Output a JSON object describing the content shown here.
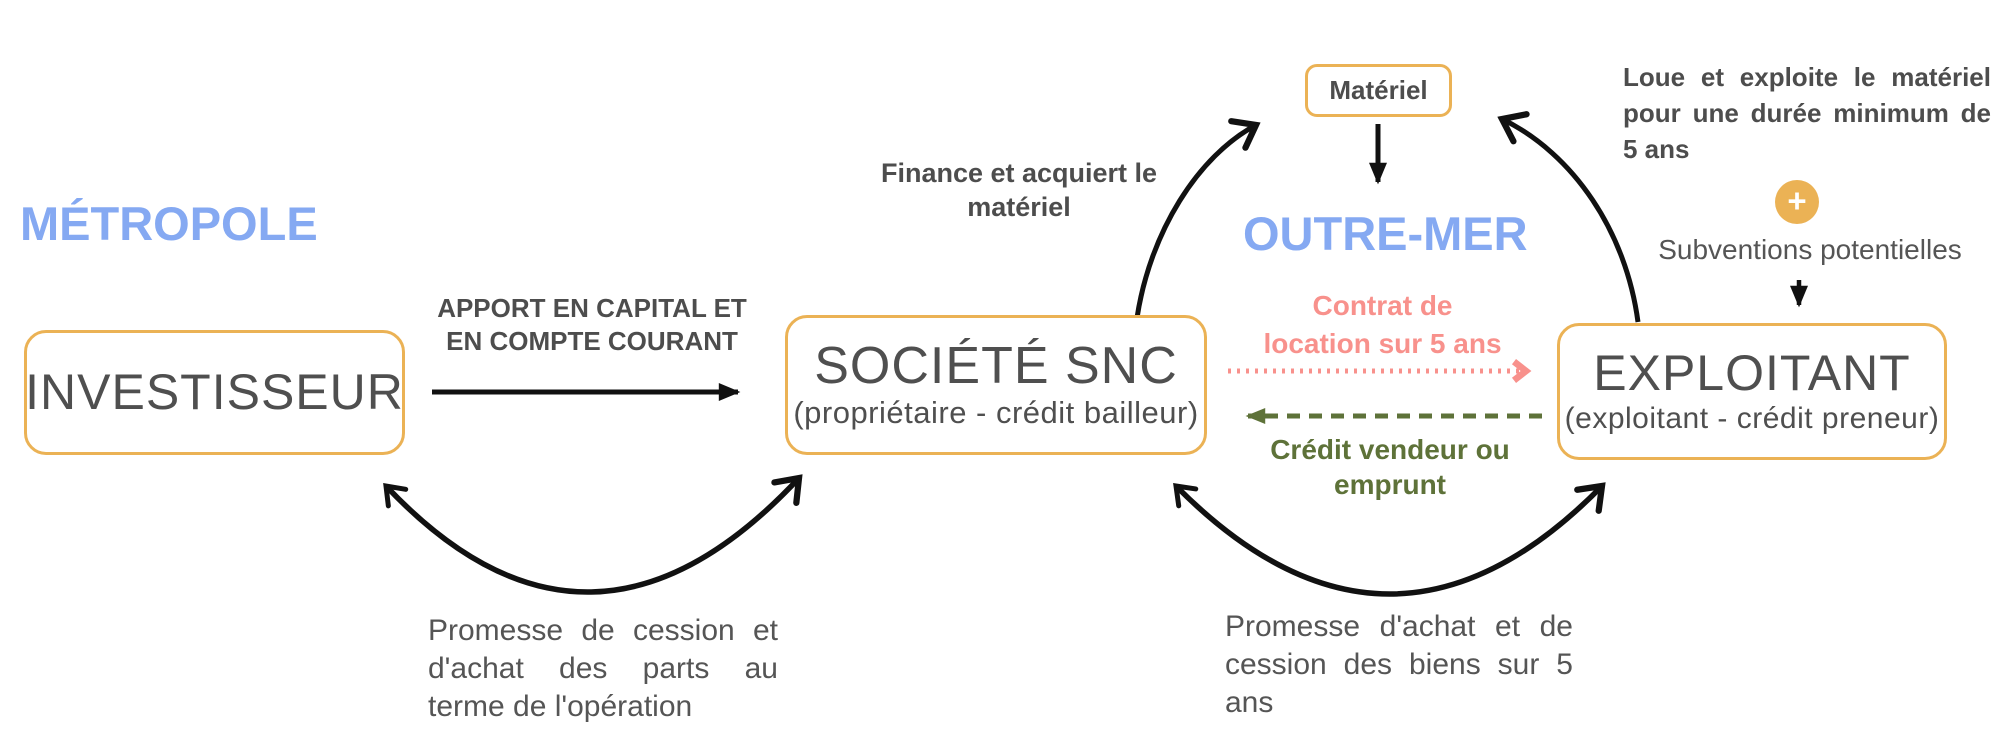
{
  "diagram": {
    "regions": {
      "metropole": "MÉTROPOLE",
      "outre_mer": "OUTRE-MER"
    },
    "boxes": {
      "investisseur": {
        "title": "INVESTISSEUR"
      },
      "societe_snc": {
        "title": "SOCIÉTÉ SNC",
        "subtitle": "(propriétaire - crédit bailleur)"
      },
      "exploitant": {
        "title": "EXPLOITANT",
        "subtitle": "(exploitant - crédit preneur)"
      },
      "materiel": {
        "title": "Matériel"
      }
    },
    "labels": {
      "apport": "APPORT EN CAPITAL ET EN COMPTE COURANT",
      "finance": "Finance et acquiert le matériel",
      "loue": "Loue et exploite le matériel pour une durée minimum de 5 ans",
      "plus_sign": "+",
      "subventions": "Subventions potentielles",
      "contrat_location": "Contrat de location sur 5 ans",
      "credit_vendeur": "Crédit vendeur ou emprunt",
      "promesse_parts": "Promesse de cession et d'achat des parts au terme de l'opération",
      "promesse_biens": "Promesse d'achat et de cession des biens sur 5 ans"
    }
  },
  "colors": {
    "accent_orange": "#EBB255",
    "region_blue": "#85A9F2",
    "salmon_pink": "#F8918C",
    "olive_green": "#5E7239",
    "text_dark_gray": "#4D4D4D",
    "arrow_black": "#111111"
  }
}
